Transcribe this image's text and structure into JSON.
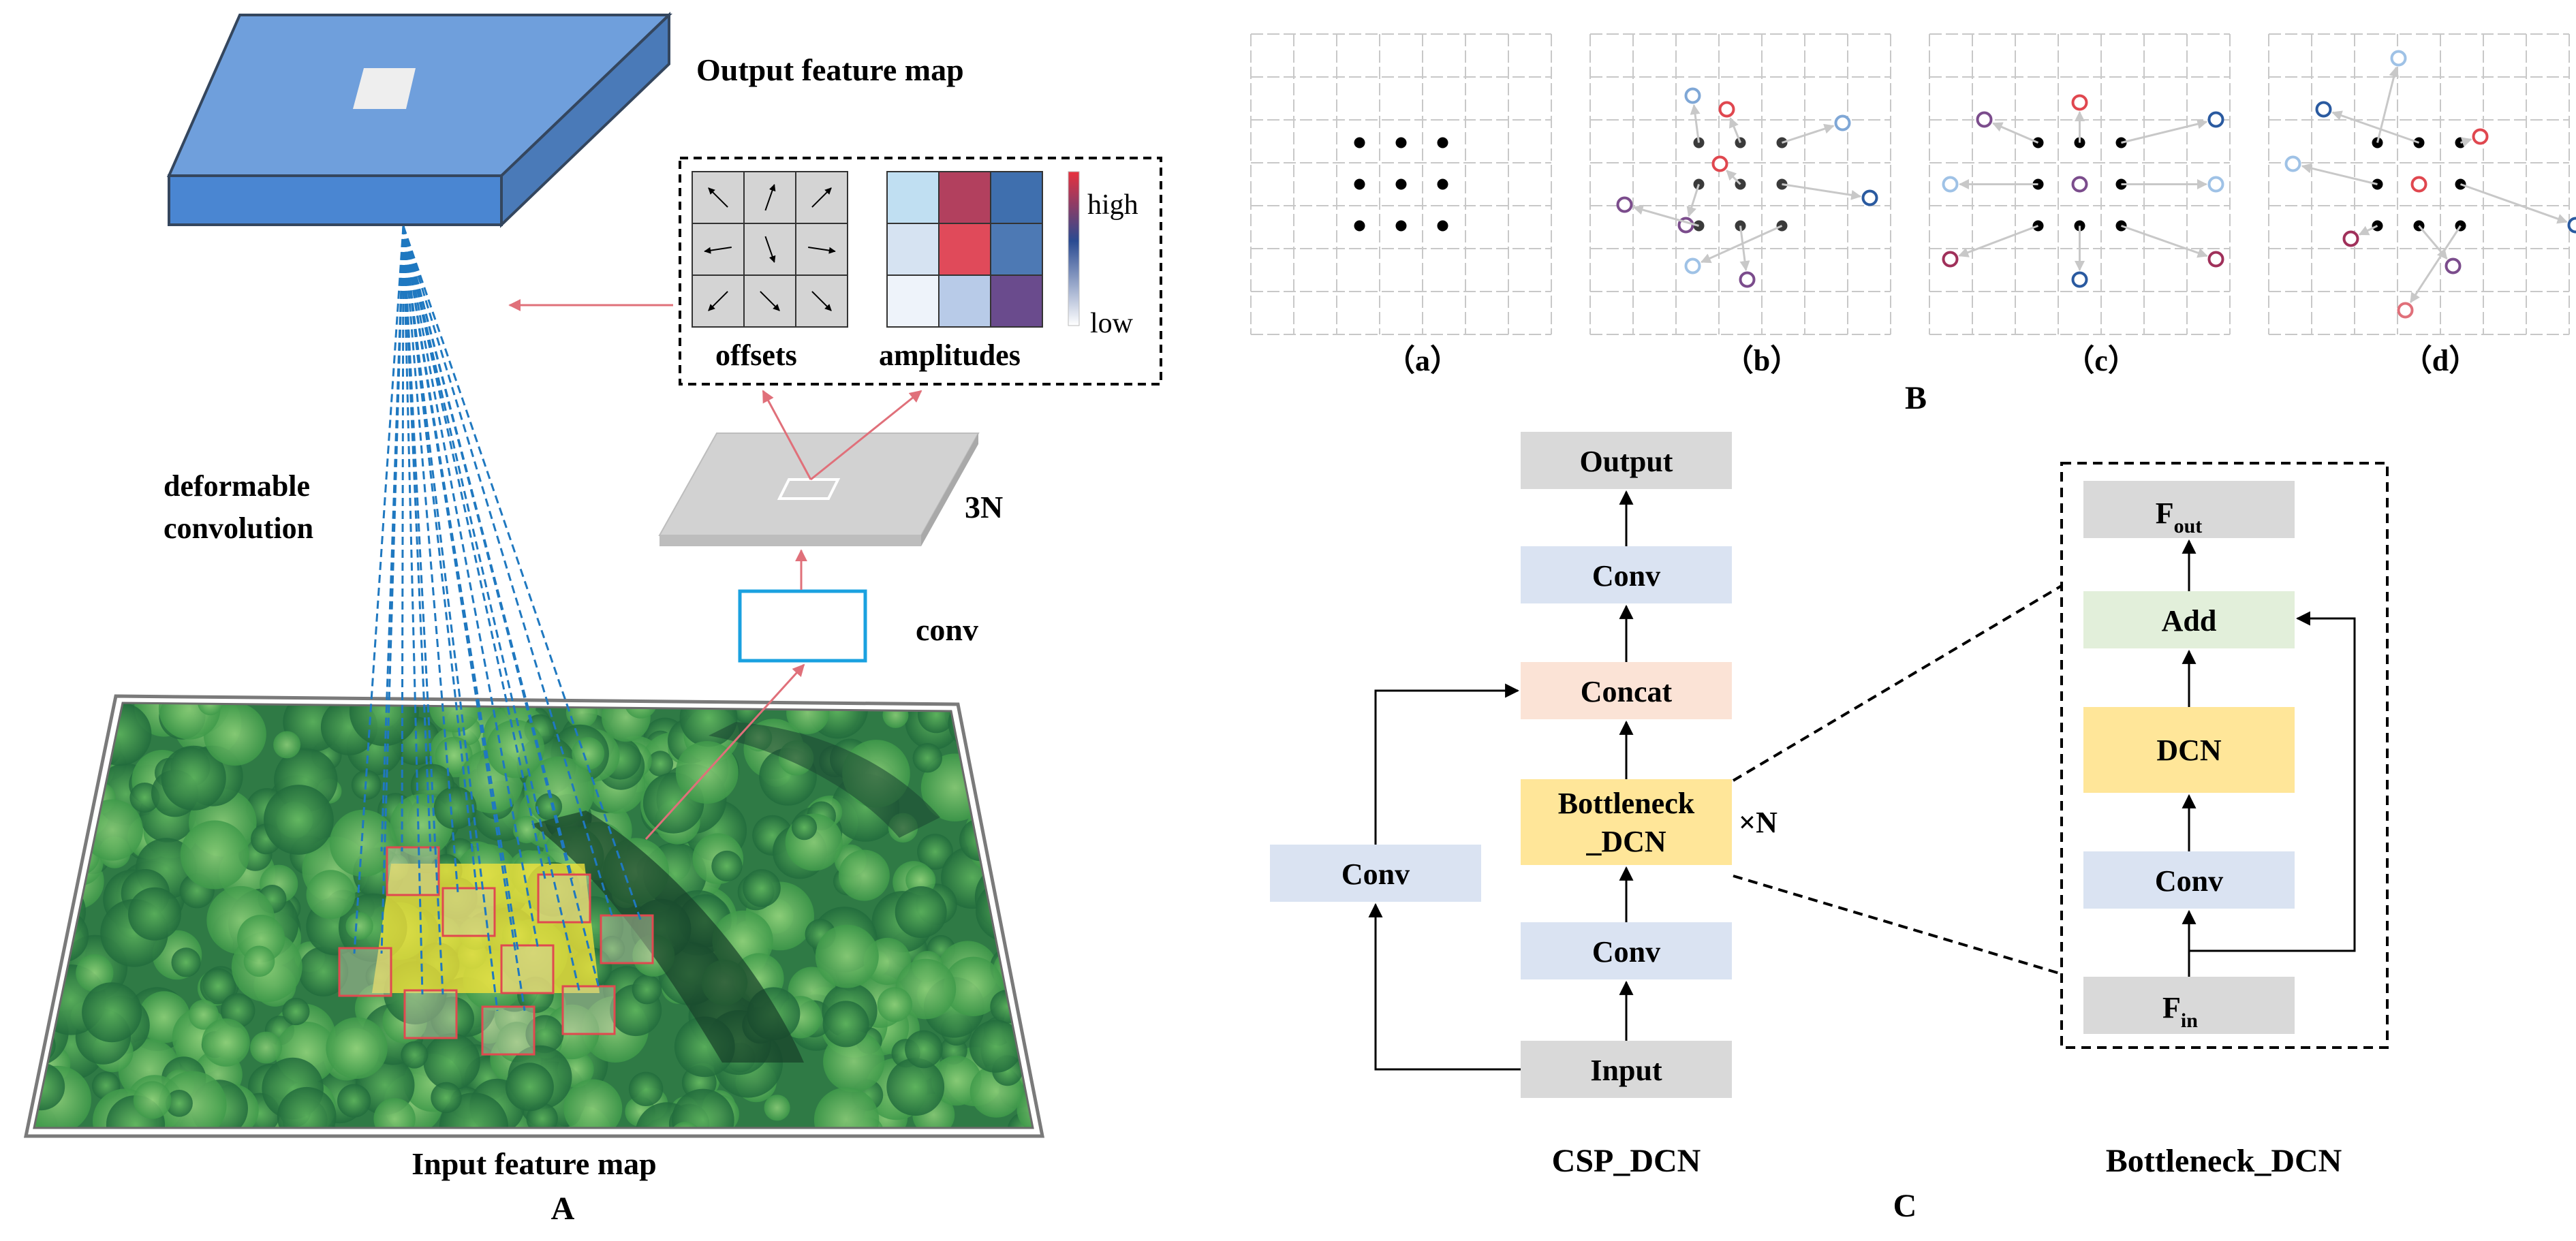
{
  "panel_a": {
    "output_label": "Output feature map",
    "deformable_label": [
      "deformable",
      "convolution"
    ],
    "offsets_label": "offsets",
    "amplitudes_label": "amplitudes",
    "high_label": "high",
    "low_label": "low",
    "threeN_label": "3N",
    "conv_label": "conv",
    "input_label": "Input feature map",
    "panel_letter": "A",
    "offset_arrows": [
      "nw",
      "nne",
      "ne",
      "w",
      "sse",
      "e",
      "sw",
      "se",
      "se"
    ],
    "amplitude_colors": [
      "#c0dff2",
      "#b2405e",
      "#3f6fae",
      "#d6e3f2",
      "#e04a5a",
      "#4d79b4",
      "#eef3fa",
      "#b8cbe8",
      "#6a4b8d"
    ],
    "colorbar": [
      "#e8313e",
      "#2a4a91",
      "#ffffff"
    ]
  },
  "panel_b": {
    "subpanels": [
      "（a）",
      "（b）",
      "（c）",
      "（d）"
    ],
    "panel_letter": "B"
  },
  "panel_c": {
    "csp": {
      "output": "Output",
      "conv_top": "Conv",
      "concat": "Concat",
      "bottleneck": [
        "Bottleneck",
        "_DCN"
      ],
      "times_n": "×N",
      "conv_mid": "Conv",
      "input": "Input",
      "conv_side": "Conv",
      "caption": "CSP_DCN"
    },
    "bottleneck": {
      "f_out": "F",
      "f_out_sub": "out",
      "add": "Add",
      "dcn": "DCN",
      "conv": "Conv",
      "f_in": "F",
      "f_in_sub": "in",
      "caption": "Bottleneck_DCN"
    },
    "panel_letter": "C"
  }
}
